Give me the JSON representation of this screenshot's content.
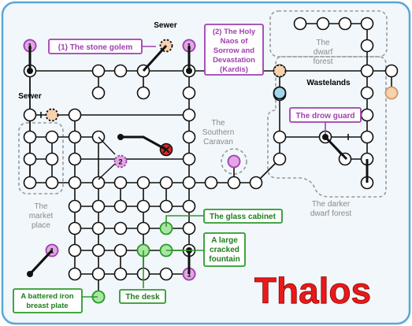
{
  "title": "Thalos",
  "colors": {
    "frame_fill": "#f1f7fb",
    "frame_stroke": "#5aa7d6",
    "node_fill": "#ffffff",
    "node_stroke": "#111111",
    "quest_fill": "#e3a6e3",
    "quest_stroke": "#a040b0",
    "exit_fill": "#f8d1ad",
    "water_fill": "#9fd6ec",
    "item_fill": "#a9e6a2",
    "item_stroke": "#2c9a2c",
    "enemy_fill": "#e02424",
    "title_fill": "#e81a1a",
    "region_stroke": "#9a9a9a",
    "region_text": "#8a8a8a"
  },
  "areas": {
    "sewer_top": "Sewer",
    "sewer_left": "Sewer",
    "wastelands": "Wastelands",
    "market_place": [
      "The",
      "market",
      "place"
    ],
    "southern_caravan": [
      "The",
      "Southern",
      "Caravan"
    ],
    "dwarf_forest": [
      "The",
      "dwarf",
      "forest"
    ],
    "darker_dwarf_forest": [
      "The darker",
      "dwarf forest"
    ]
  },
  "quest_labels": {
    "stone_golem": "(1) The stone golem",
    "holy_naos": [
      "(2) The Holy",
      "Naos of",
      "Sorrow and",
      "Devastation",
      "(Kardis)"
    ],
    "drow_guard": "The drow guard"
  },
  "quest_markers": {
    "one": "1",
    "two": "2"
  },
  "item_labels": {
    "glass_cabinet": "The glass cabinet",
    "fountain": [
      "A large",
      "cracked",
      "fountain"
    ],
    "desk": "The desk",
    "breast_plate": [
      "A battered iron",
      "breast plate"
    ]
  }
}
